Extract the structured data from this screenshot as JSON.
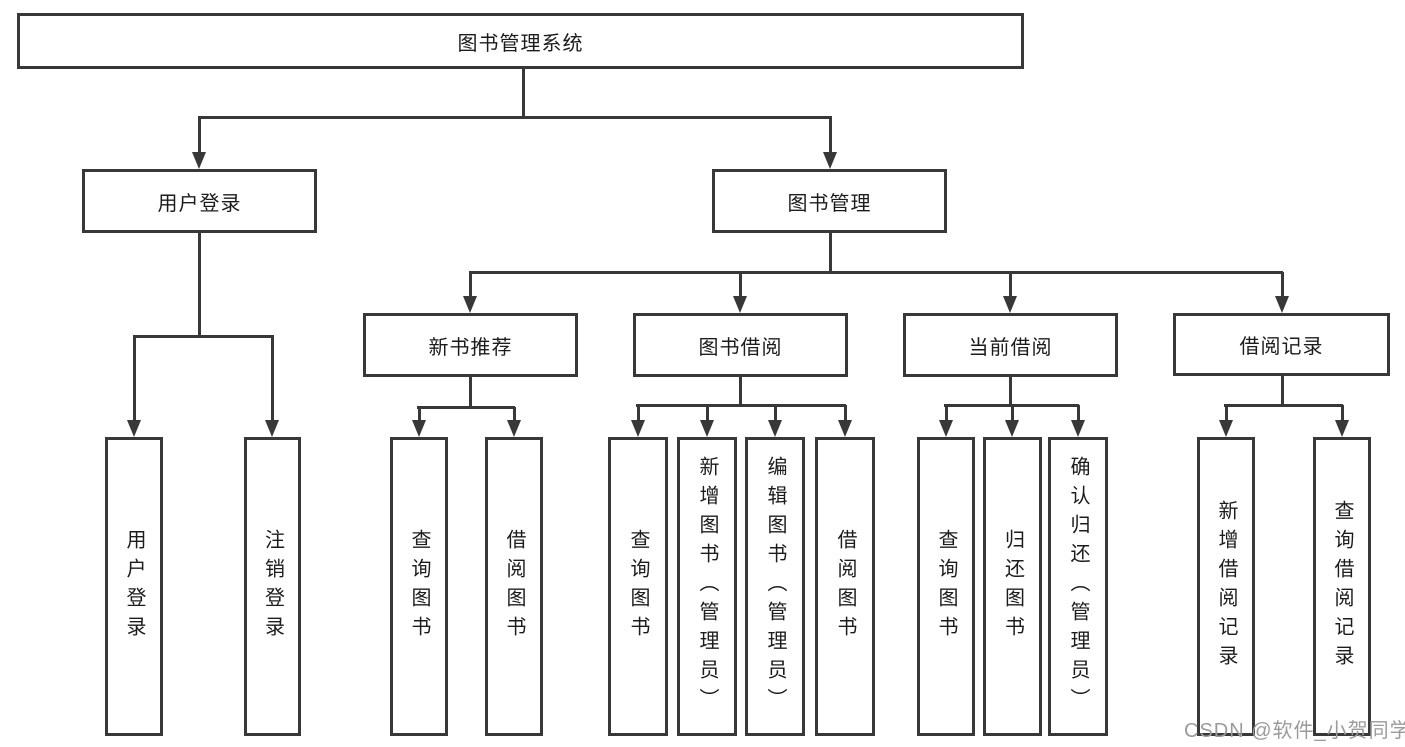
{
  "diagram_title": "图书管理系统",
  "tree": {
    "root": {
      "label": "图书管理系统"
    },
    "branches": [
      {
        "label": "用户登录",
        "children": [
          {
            "label": "用户登录"
          },
          {
            "label": "注销登录"
          }
        ]
      },
      {
        "label": "图书管理",
        "children": [
          {
            "label": "新书推荐",
            "children": [
              {
                "label": "查询图书"
              },
              {
                "label": "借阅图书"
              }
            ]
          },
          {
            "label": "图书借阅",
            "children": [
              {
                "label": "查询图书"
              },
              {
                "label": "新增图书（管理员）"
              },
              {
                "label": "编辑图书（管理员）"
              },
              {
                "label": "借阅图书"
              }
            ]
          },
          {
            "label": "当前借阅",
            "children": [
              {
                "label": "查询图书"
              },
              {
                "label": "归还图书"
              },
              {
                "label": "确认归还（管理员）"
              }
            ]
          },
          {
            "label": "借阅记录",
            "children": [
              {
                "label": "新增借阅记录"
              },
              {
                "label": "查询借阅记录"
              }
            ]
          }
        ]
      }
    ]
  },
  "watermark": "CSDN @软件_小贺同学",
  "colors": {
    "line": "#383838",
    "text": "#1c1c1c",
    "watermark": "#9b9b9b",
    "background": "#ffffff"
  }
}
